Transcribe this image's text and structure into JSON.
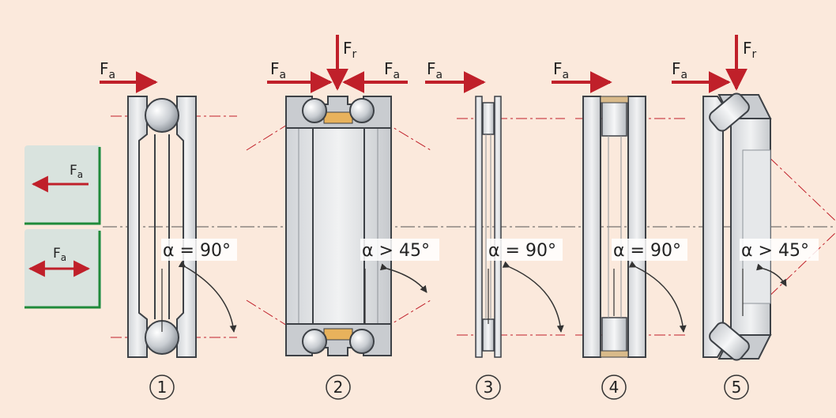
{
  "colors": {
    "background": "#fbe9dc",
    "arrow": "#c0202a",
    "centerline": "#c0202a",
    "axis": "#555555",
    "steel_light": "#e6e8ea",
    "steel_mid": "#c9ccd0",
    "steel_dark": "#8e9399",
    "outline": "#3d4146",
    "ball": "#d6d9dc",
    "cage": "#e8b25c",
    "roller": "#d9ba8a",
    "box_fill": "#d9e3de",
    "box_edge": "#1f8a3a",
    "angle_label_bg": "#ffffff"
  },
  "legend": {
    "single_direction": {
      "symbol": "F",
      "subscript": "a"
    },
    "double_direction": {
      "symbol": "F",
      "subscript": "a"
    }
  },
  "bearings": [
    {
      "number": "1",
      "type_icon": "thrust-ball-bearing-icon",
      "angle": {
        "greek": "α",
        "relation": "=",
        "value": "90°"
      },
      "forces": [
        {
          "symbol": "F",
          "subscript": "a"
        }
      ]
    },
    {
      "number": "2",
      "type_icon": "double-direction-angular-contact-thrust-ball-bearing-icon",
      "angle": {
        "greek": "α",
        "relation": ">",
        "value": "45°"
      },
      "forces": [
        {
          "symbol": "F",
          "subscript": "a"
        },
        {
          "symbol": "F",
          "subscript": "r"
        },
        {
          "symbol": "F",
          "subscript": "a"
        }
      ]
    },
    {
      "number": "3",
      "type_icon": "thrust-needle-roller-bearing-icon",
      "angle": {
        "greek": "α",
        "relation": "=",
        "value": "90°"
      },
      "forces": [
        {
          "symbol": "F",
          "subscript": "a"
        }
      ]
    },
    {
      "number": "4",
      "type_icon": "thrust-cylindrical-roller-bearing-icon",
      "angle": {
        "greek": "α",
        "relation": "=",
        "value": "90°"
      },
      "forces": [
        {
          "symbol": "F",
          "subscript": "a"
        }
      ]
    },
    {
      "number": "5",
      "type_icon": "spherical-roller-thrust-bearing-icon",
      "angle": {
        "greek": "α",
        "relation": ">",
        "value": "45°"
      },
      "forces": [
        {
          "symbol": "F",
          "subscript": "a"
        },
        {
          "symbol": "F",
          "subscript": "r"
        }
      ]
    }
  ]
}
